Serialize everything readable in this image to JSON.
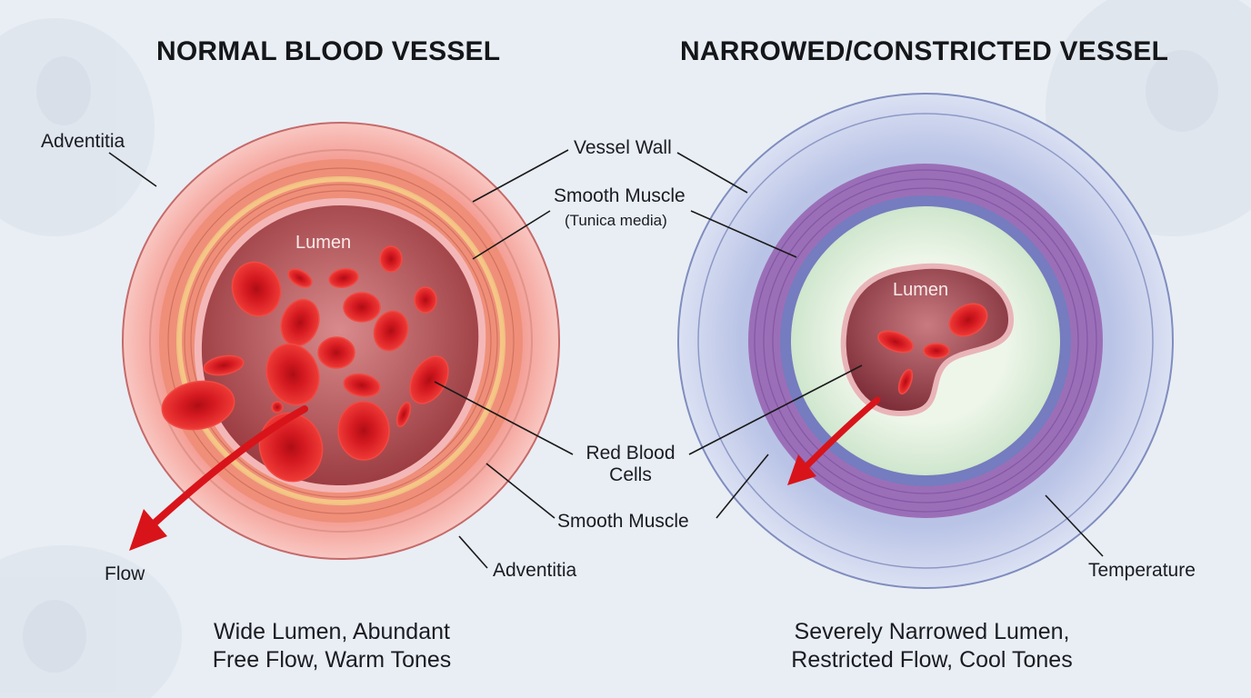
{
  "left_panel": {
    "title": "NORMAL BLOOD VESSEL",
    "labels": {
      "adventitia_outer": "Adventitia",
      "lumen": "Lumen",
      "flow": "Flow",
      "adventitia_inner": "Adventitia"
    },
    "caption_line1": "Wide Lumen, Abundant",
    "caption_line2": "Free Flow, Warm Tones",
    "colors": {
      "outer": "#f6b4b0",
      "wall": "#e8836d",
      "lumen": "#a8474b",
      "rbc": "#d8161d",
      "arrow": "#d8141a"
    }
  },
  "right_panel": {
    "title": "NARROWED/CONSTRICTED VESSEL",
    "labels": {
      "lumen": "Lumen",
      "temperature": "Temperature"
    },
    "caption_line1": "Severely Narrowed Lumen,",
    "caption_line2": "Restricted Flow, Cool Tones",
    "colors": {
      "outer": "#c7d0ea",
      "media": "#9b6fb8",
      "inner_band": "#d9ead6",
      "lumen": "#8c3a44",
      "rbc": "#d8161d"
    }
  },
  "shared_labels": {
    "vessel_wall": "Vessel Wall",
    "smooth_muscle_top": "Smooth Muscle",
    "tunica_media": "(Tunica media)",
    "rbc_line1": "Red Blood",
    "rbc_line2": "Cells",
    "smooth_muscle_bottom": "Smooth Muscle"
  }
}
